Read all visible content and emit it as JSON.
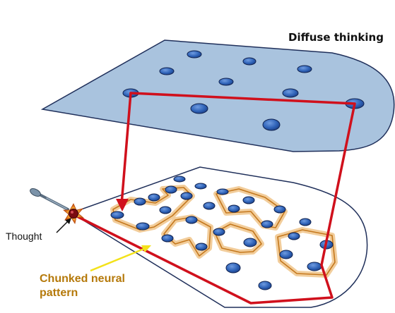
{
  "diffuse_label": "Diffuse thinking",
  "thought_label": "Thought",
  "chunk_label_line1": "Chunked neural",
  "chunk_label_line2": "pattern",
  "colors": {
    "upper_plane": "#a9c3de",
    "plane_outline": "#1f2f5a",
    "neuron": "#2f63b8",
    "neuron_outline": "#10224f",
    "chunk_glow": "#e8a64a",
    "red_path": "#d0101c",
    "arrow_yellow": "#f3e21a",
    "chunk_text": "#b5790a"
  }
}
